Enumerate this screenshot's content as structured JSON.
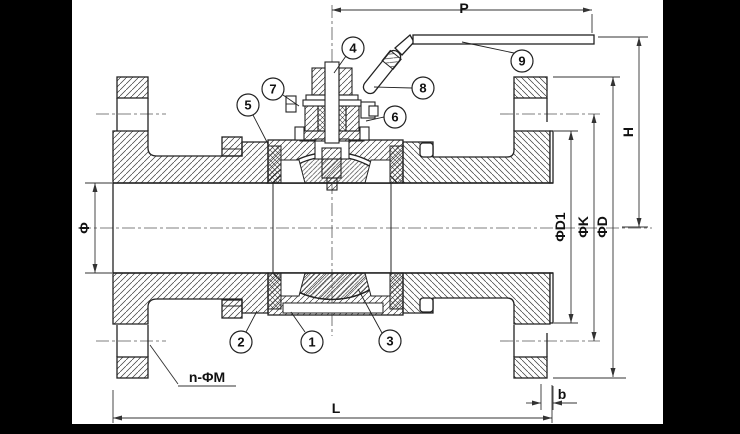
{
  "drawing": {
    "kind": "flanged-ball-valve-cross-section",
    "background_color": "#ffffff",
    "letterbox_color": "#000000",
    "line_color": "#222222",
    "dim_line_color": "#333333"
  },
  "dimensions": {
    "p": {
      "label": "P"
    },
    "h": {
      "label": "H"
    },
    "phi_bore": {
      "label": "Φ"
    },
    "phi_d1": {
      "label": "ΦD1"
    },
    "phi_k": {
      "label": "ΦK"
    },
    "phi_d": {
      "label": "ΦD"
    },
    "l": {
      "label": "L"
    },
    "b": {
      "label": "b"
    },
    "bolt_holes": {
      "label": "n-ΦM"
    }
  },
  "callouts": [
    {
      "number": "1"
    },
    {
      "number": "2"
    },
    {
      "number": "3"
    },
    {
      "number": "4"
    },
    {
      "number": "5"
    },
    {
      "number": "6"
    },
    {
      "number": "7"
    },
    {
      "number": "8"
    },
    {
      "number": "9"
    }
  ]
}
